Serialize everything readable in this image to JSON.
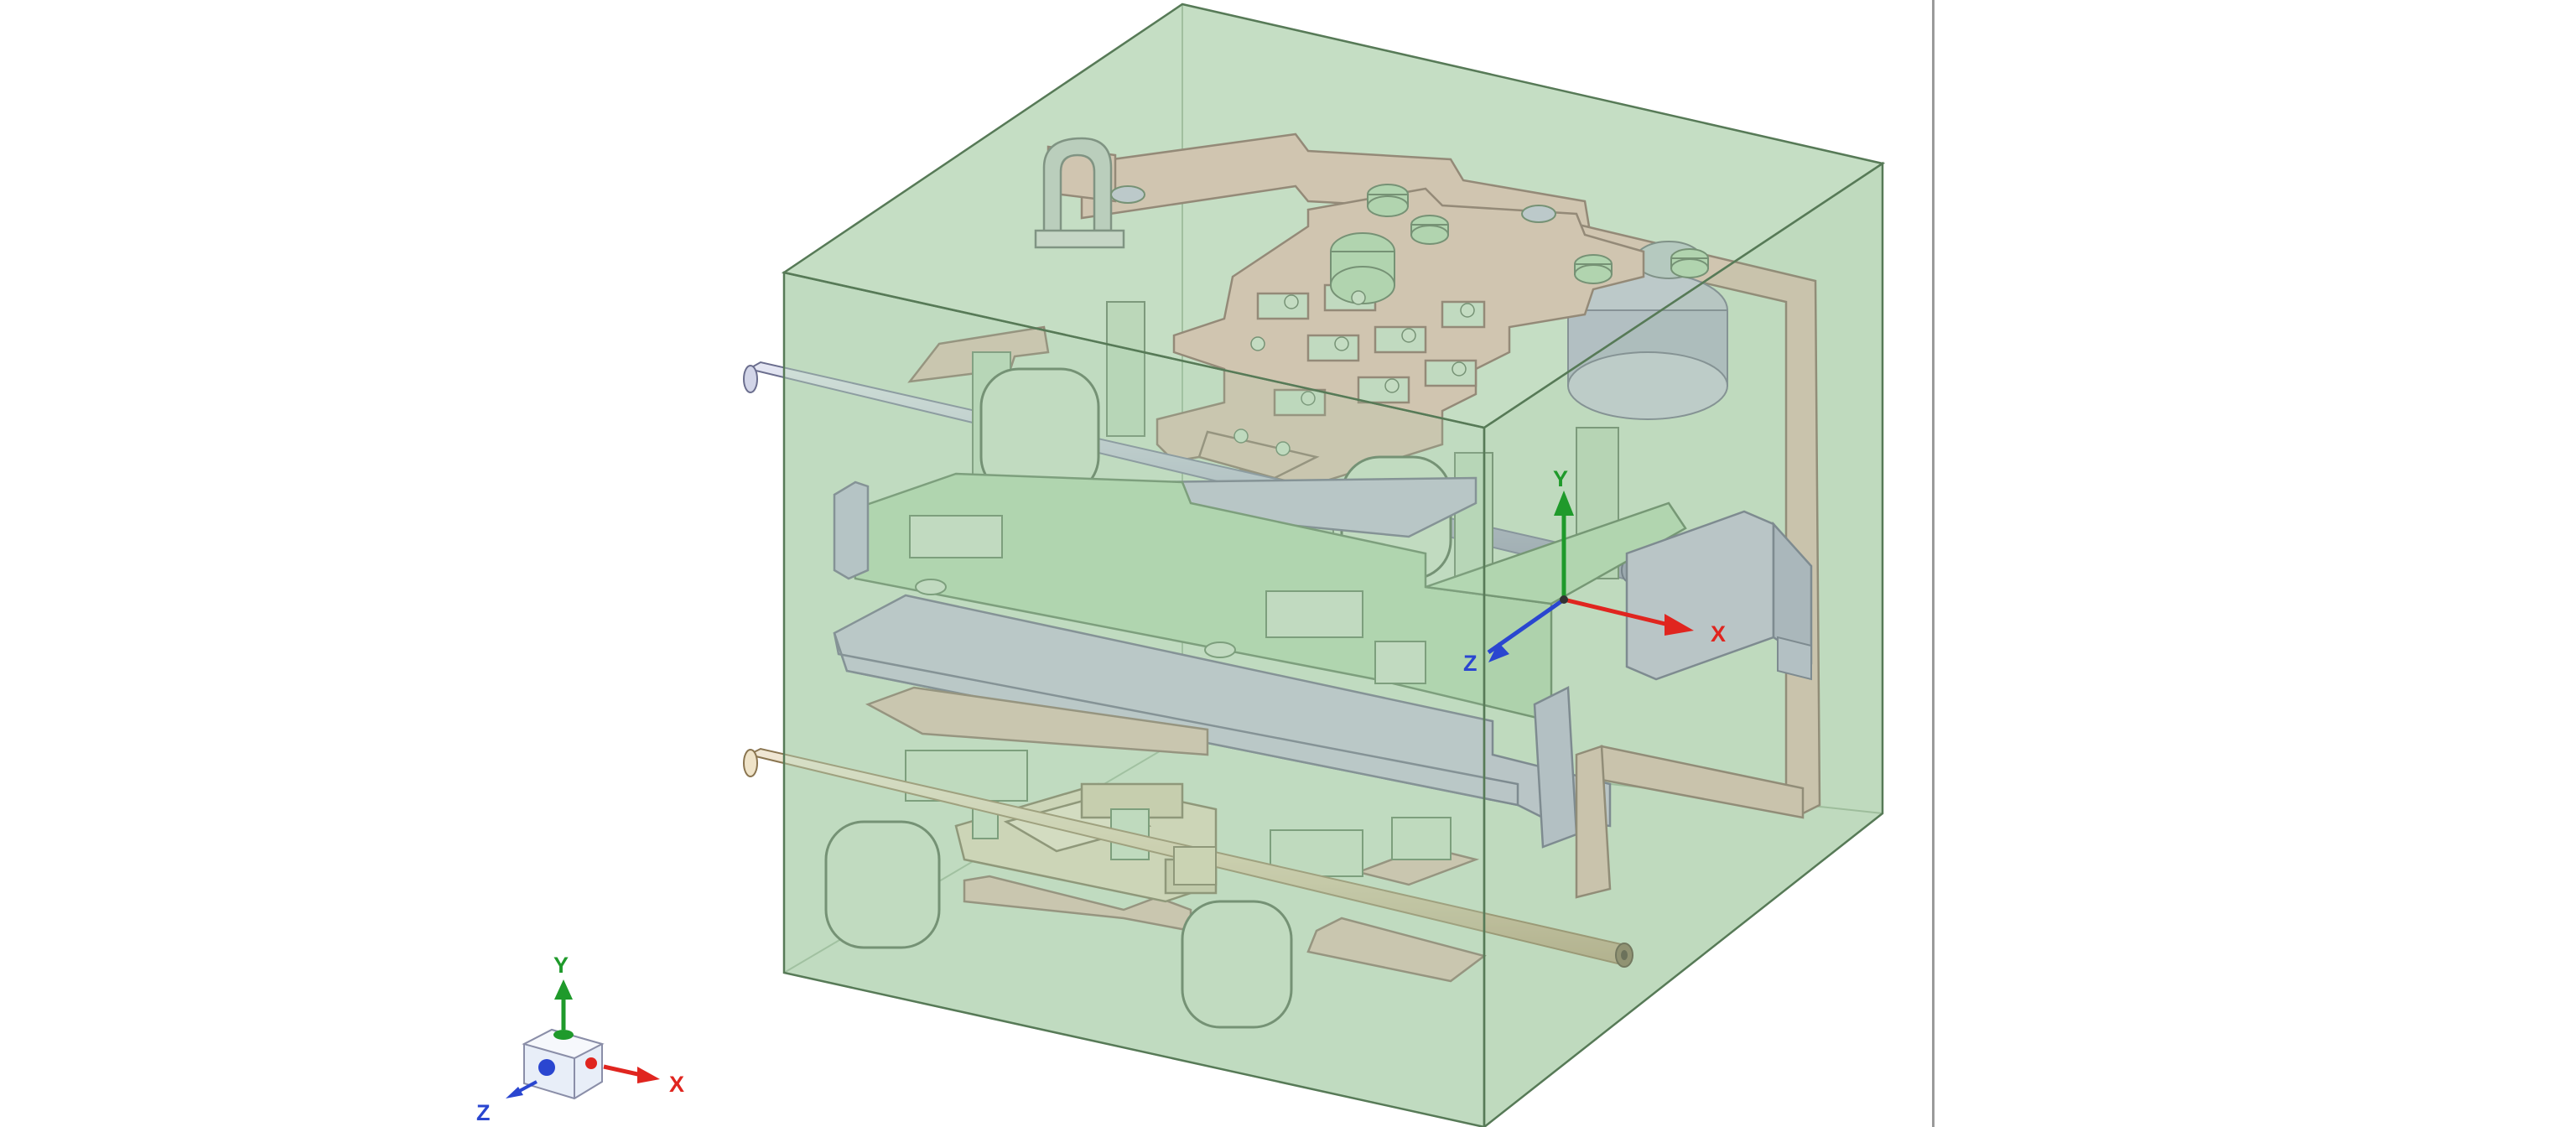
{
  "view_triad": {
    "x_label": "X",
    "y_label": "Y",
    "z_label": "Z"
  },
  "model_triad": {
    "x_label": "X",
    "y_label": "Y",
    "z_label": "Z"
  },
  "colors": {
    "enclosure_fill": "#b9d7b8",
    "enclosure_edge": "#577a57",
    "copper": "#d8b9a8",
    "plastic_gray": "#b7b7cc",
    "pcb_green": "#a9d2a6",
    "axis_x": "#e0251f",
    "axis_y": "#1f9a2b",
    "axis_z": "#2a46d0"
  },
  "icons": [
    "view-cube-icon",
    "axis-triad-icon"
  ]
}
